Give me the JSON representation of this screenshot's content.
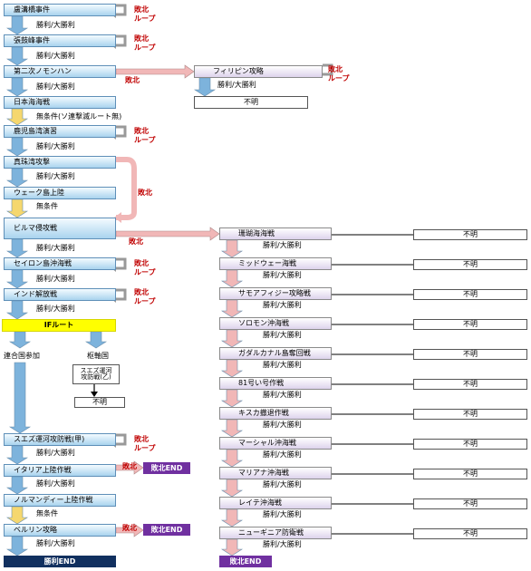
{
  "colors": {
    "blue_arrow": "#7db3dc",
    "yellow_arrow": "#f5d76e",
    "pink_arrow": "#f1b7b7",
    "red_text": "#c00000",
    "navy": "#11305f",
    "purple": "#7030a0"
  },
  "main": {
    "lokou": "盧溝橋事件",
    "shanghai": "張鼓峰事件",
    "nomonhan": "第二次ノモンハン",
    "nihonkai": "日本海海戦",
    "kagoshima": "鹿児島湾演習",
    "shinju": "真珠湾攻撃",
    "wake": "ウェーク島上陸",
    "burma": "ビルマ侵攻戦",
    "ceylon": "セイロン島沖海戦",
    "india": "インド解放戦"
  },
  "labels": {
    "win": "勝利/大勝利",
    "defeat": "敗北",
    "defeat_loop": "敗北\nループ",
    "no_cond": "無条件",
    "no_cond_route": "無条件(ソ連撃滅ルート無)",
    "unknown": "不明"
  },
  "philippines": "フィリピン攻略",
  "if_route": "IFルート",
  "allied": "連合国参加",
  "axis": "枢軸国",
  "suez_b": "スエズ運河\n攻防戦(乙)",
  "suez_a": "スエズ運河攻防戦(甲)",
  "italy": "イタリア上陸作戦",
  "normandy": "ノルマンディー上陸作戦",
  "berlin": "ベルリン攻略",
  "defeat_end": "敗北END",
  "win_end": "勝利END",
  "pacific": [
    "珊瑚海海戦",
    "ミッドウェー海戦",
    "サモアフィジー攻略戦",
    "ソロモン沖海戦",
    "ガダルカナル島奪回戦",
    "81号い号作戦",
    "キスカ撤退作戦",
    "マーシャル沖海戦",
    "マリアナ沖海戦",
    "レイテ沖海戦",
    "ニューギニア防衛戦"
  ]
}
